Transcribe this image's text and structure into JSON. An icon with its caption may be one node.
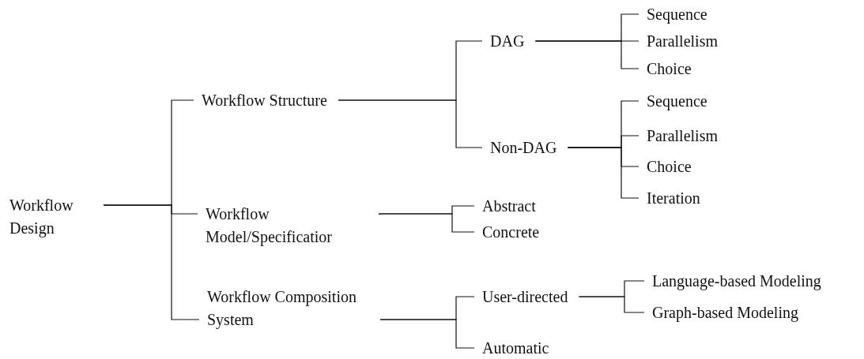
{
  "diagram": {
    "nodes": [
      {
        "text": [
          "Workflow Design"
        ]
      },
      {
        "text": [
          "Workflow Structure"
        ]
      },
      {
        "text": [
          "Workflow Model/Specificatior"
        ]
      },
      {
        "text": [
          "Workflow Composition System"
        ]
      },
      {
        "text": [
          "DAG"
        ]
      },
      {
        "text": [
          "Non-DAG"
        ]
      },
      {
        "text": [
          "Sequence"
        ]
      },
      {
        "text": [
          "Parallelism"
        ]
      },
      {
        "text": [
          "Choice"
        ]
      },
      {
        "text": [
          "Sequence"
        ]
      },
      {
        "text": [
          "Parallelism"
        ]
      },
      {
        "text": [
          "Choice"
        ]
      },
      {
        "text": [
          "Iteration"
        ]
      },
      {
        "text": [
          "Abstract"
        ]
      },
      {
        "text": [
          "Concrete"
        ]
      },
      {
        "text": [
          "User-directed"
        ]
      },
      {
        "text": [
          "Automatic"
        ]
      },
      {
        "text": [
          "Language-based Modeling"
        ]
      },
      {
        "text": [
          "Graph-based Modeling"
        ]
      }
    ],
    "edges": [
      {
        "from": 0,
        "to": 1,
        "arrow": "none"
      },
      {
        "from": 0,
        "to": 2,
        "arrow": "none"
      },
      {
        "from": 0,
        "to": 3,
        "arrow": "none"
      },
      {
        "from": 1,
        "to": 4,
        "arrow": "none"
      },
      {
        "from": 1,
        "to": 5,
        "arrow": "none"
      },
      {
        "from": 4,
        "to": 6,
        "arrow": "none"
      },
      {
        "from": 4,
        "to": 7,
        "arrow": "none"
      },
      {
        "from": 4,
        "to": 8,
        "arrow": "none"
      },
      {
        "from": 5,
        "to": 9,
        "arrow": "none"
      },
      {
        "from": 5,
        "to": 10,
        "arrow": "none"
      },
      {
        "from": 5,
        "to": 11,
        "arrow": "none"
      },
      {
        "from": 5,
        "to": 12,
        "arrow": "none"
      },
      {
        "from": 2,
        "to": 13,
        "arrow": "none"
      },
      {
        "from": 2,
        "to": 14,
        "arrow": "none"
      },
      {
        "from": 3,
        "to": 15,
        "arrow": "none"
      },
      {
        "from": 3,
        "to": 16,
        "arrow": "none"
      },
      {
        "from": 15,
        "to": 17,
        "arrow": "none"
      },
      {
        "from": 15,
        "to": 18,
        "arrow": "none"
      }
    ]
  }
}
